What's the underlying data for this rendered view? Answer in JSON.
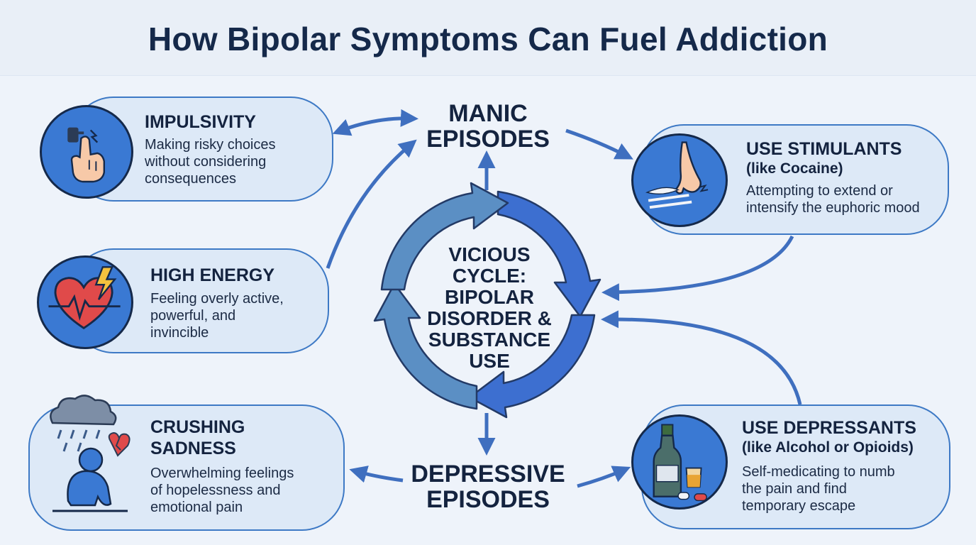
{
  "title": "How Bipolar Symptoms Can Fuel Addiction",
  "center": {
    "lines": [
      "VICIOUS",
      "CYCLE:",
      "BIPOLAR",
      "DISORDER &",
      "SUBSTANCE",
      "USE"
    ]
  },
  "episodes": {
    "manic": [
      "MANIC",
      "EPISODES"
    ],
    "depressive": [
      "DEPRESSIVE",
      "EPISODES"
    ]
  },
  "symptoms": [
    {
      "heading": "IMPULSIVITY",
      "description": [
        "Making risky choices",
        "without considering",
        "consequences"
      ],
      "icon": "hand-pressing-button-icon"
    },
    {
      "heading": "HIGH ENERGY",
      "description": [
        "Feeling overly active,",
        "powerful, and",
        "invincible"
      ],
      "icon": "heart-lightning-icon"
    },
    {
      "heading": [
        "CRUSHING",
        "SADNESS"
      ],
      "description": [
        "Overwhelming feelings",
        "of hopelessness and",
        "emotional pain"
      ],
      "icon": "sad-person-rain-cloud-icon"
    }
  ],
  "substances": [
    {
      "heading": "USE STIMULANTS",
      "subheading": "(like Cocaine)",
      "description": [
        "Attempting to extend or",
        "intensify the euphoric mood"
      ],
      "icon": "nose-powder-lines-icon"
    },
    {
      "heading": "USE DEPRESSANTS",
      "subheading": "(like Alcohol or Opioids)",
      "description": [
        "Self-medicating to numb",
        "the pain and find",
        "temporary escape"
      ],
      "icon": "bottle-glass-pills-icon"
    }
  ],
  "colors": {
    "accent": "#3a79d3",
    "card_fill": "#dde9f7",
    "card_border": "#3d79c5",
    "cycle_dark": "#3d6fd0",
    "cycle_light": "#5b8fc4",
    "text": "#14233f"
  }
}
